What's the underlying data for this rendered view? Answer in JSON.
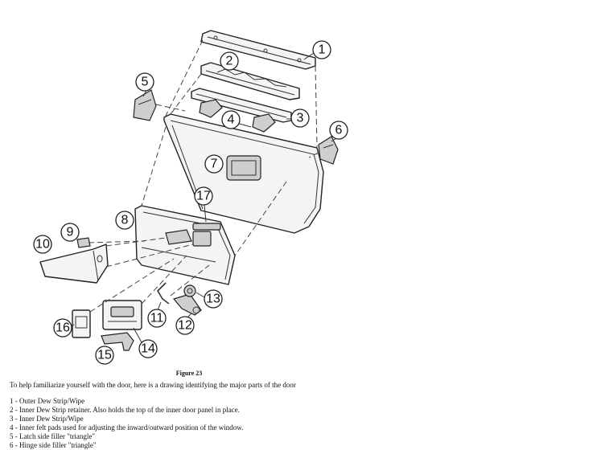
{
  "figure": {
    "caption": "Figure 23",
    "intro": "To help familiarize yourself with the door, here is a drawing identifying the major parts of the door",
    "callouts": [
      "1",
      "2",
      "3",
      "4",
      "5",
      "6",
      "7",
      "8",
      "9",
      "10",
      "11",
      "12",
      "13",
      "14",
      "15",
      "16",
      "17"
    ],
    "legend": [
      "1 - Outer Dew Strip/Wipe",
      "2 - Inner Dew Strip retainer.  Also holds the top of the inner door panel in place.",
      "3 - Inner Dew Strip/Wipe",
      "4 - Inner felt pads used for adjusting the inward/outward position of the window.",
      "5 - Latch side filler \"triangle\"",
      "6 - Hinge side filler \"triangle\""
    ]
  }
}
